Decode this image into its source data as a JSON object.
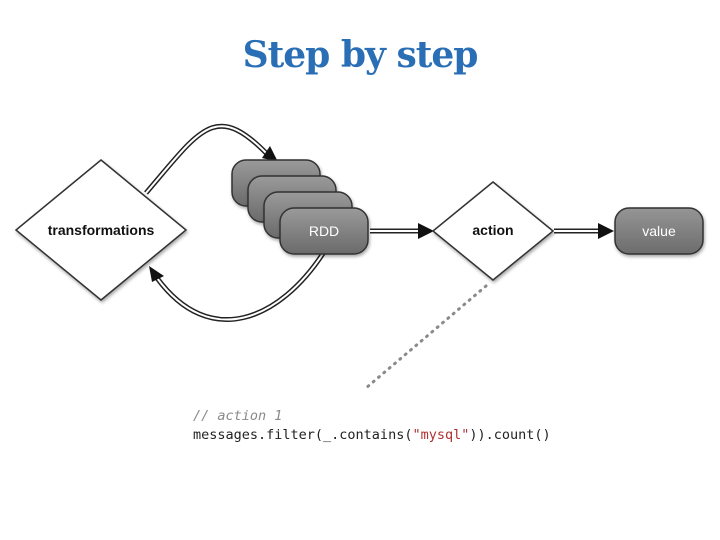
{
  "title": "Step by step",
  "diagram": {
    "transformations_label": "transformations",
    "rdd_label": "RDD",
    "action_label": "action",
    "value_label": "value"
  },
  "code": {
    "comment": "// action 1",
    "line_prefix": "messages.filter(_.contains(",
    "line_string": "\"mysql\"",
    "line_suffix": ")).count()"
  },
  "colors": {
    "title": "#2a6fb5",
    "rdd_fill": "#7a7a7a",
    "value_fill": "#7a7a7a",
    "code_string": "#b03030"
  }
}
